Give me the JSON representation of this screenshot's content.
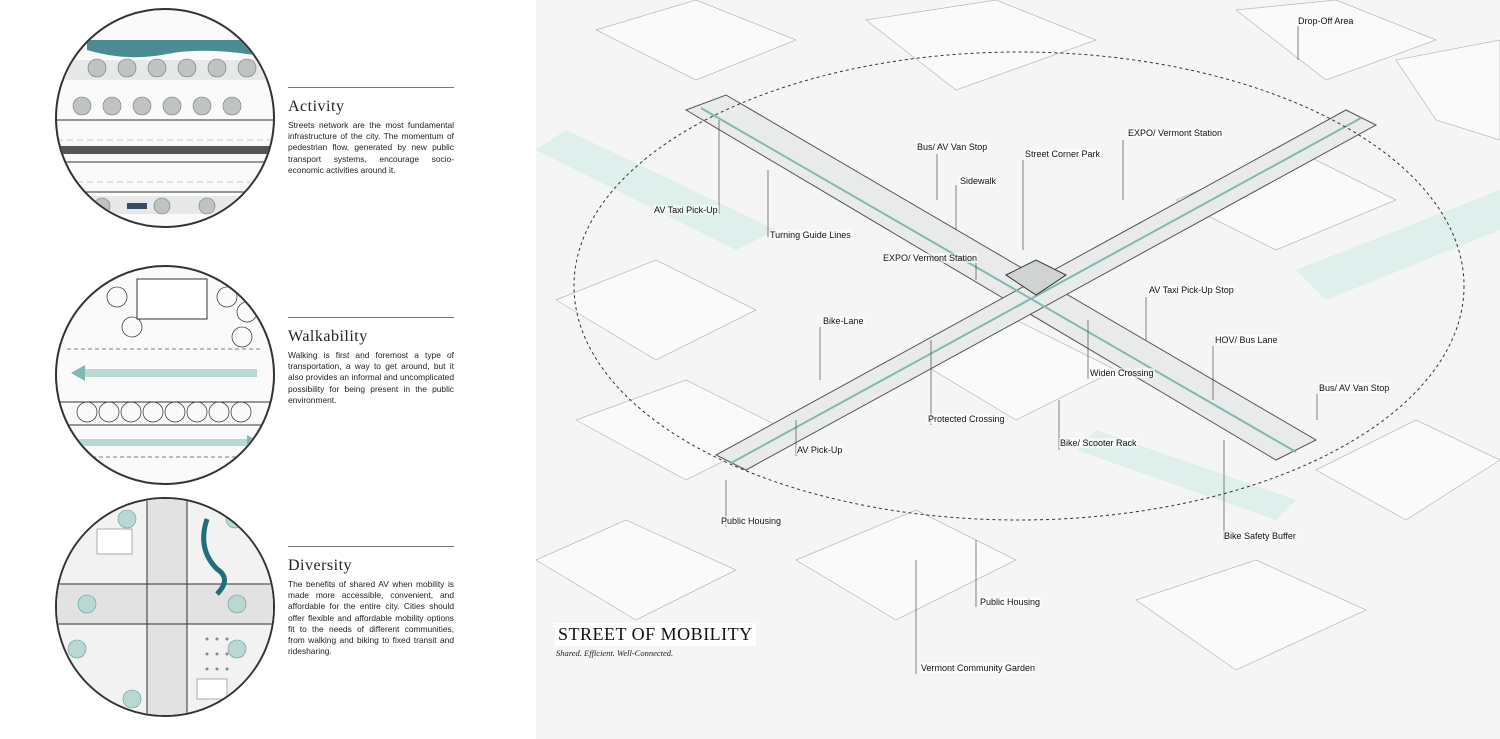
{
  "sections": [
    {
      "heading": "Activity",
      "text": "Streets network are the most fundamental infrastructure of the city. The momentum of pedestrian flow, generated by new public transport systems, encourage socio-economic activities around it."
    },
    {
      "heading": "Walkability",
      "text": "Walking is first and foremost a type of transportation, a way to get around, but it also provides an informal and uncomplicated possibility for being present in the public environment."
    },
    {
      "heading": "Diversity",
      "text": "The benefits of shared AV when mobility is made more accessible, convenient, and affordable for the entire city. Cities should offer flexible and affordable mobility options fit to the needs of different communities, from walking and biking to fixed transit and ridesharing."
    }
  ],
  "title": "STREET OF MOBILITY",
  "subtitle": "Shared. Efficient. Well-Connected.",
  "labels": {
    "drop_off_area": "Drop-Off Area",
    "expo_vermont_station_top": "EXPO/ Vermont Station",
    "bus_av_van_stop_top": "Bus/ AV Van Stop",
    "street_corner_park": "Street Corner Park",
    "sidewalk": "Sidewalk",
    "av_taxi_pick_up": "AV Taxi Pick-Up",
    "turning_guide_lines": "Turning Guide Lines",
    "expo_vermont_station_mid": "EXPO/ Vermont Station",
    "av_taxi_pick_up_stop": "AV Taxi Pick-Up Stop",
    "bike_lane": "Bike-Lane",
    "hov_bus_lane": "HOV/ Bus Lane",
    "widen_crossing": "Widen Crossing",
    "bus_av_van_stop_right": "Bus/ AV Van Stop",
    "protected_crossing": "Protected Crossing",
    "bike_scooter_rack": "Bike/ Scooter Rack",
    "av_pick_up": "AV Pick-Up",
    "public_housing_left": "Public Housing",
    "bike_safety_buffer": "Bike Safety Buffer",
    "public_housing_bottom": "Public Housing",
    "vermont_community_garden": "Vermont Community Garden"
  },
  "colors": {
    "accent_teal": "#7fb9b3",
    "dark_teal": "#1f6f78",
    "line": "#333333"
  }
}
